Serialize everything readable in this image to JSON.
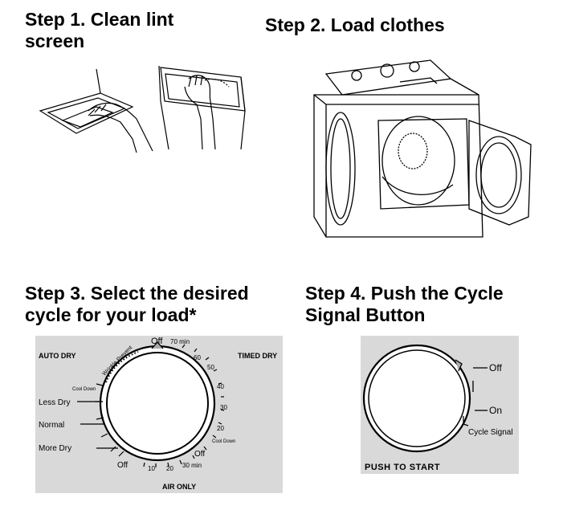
{
  "step1": {
    "title_line1": "Step 1.   Clean lint",
    "title_line2": "screen"
  },
  "step2": {
    "title": "Step 2.   Load clothes"
  },
  "step3": {
    "title_line1": "Step 3.   Select the desired",
    "title_line2": "cycle for your load*",
    "dial": {
      "auto_dry": "AUTO DRY",
      "timed_dry": "TIMED DRY",
      "off_top": "Off",
      "min_70": "70 min",
      "wrinkle_prevent": "Wrinkle Prevent",
      "cool_down_left": "Cool Down",
      "less_dry": "Less Dry",
      "normal": "Normal",
      "more_dry": "More Dry",
      "off_left": "Off",
      "t60": "60",
      "t50": "50",
      "t40": "40",
      "t30": "30",
      "t20": "20",
      "cool_down_right": "Cool Down",
      "off_right": "Off",
      "min_30": "30 min",
      "t10": "10",
      "t20b": "20",
      "air_only": "AIR ONLY"
    }
  },
  "step4": {
    "title_line1": "Step 4.   Push the Cycle",
    "title_line2": "Signal Button",
    "panel": {
      "off": "Off",
      "on": "On",
      "cycle_signal": "Cycle Signal",
      "push_to_start": "PUSH TO START"
    }
  }
}
